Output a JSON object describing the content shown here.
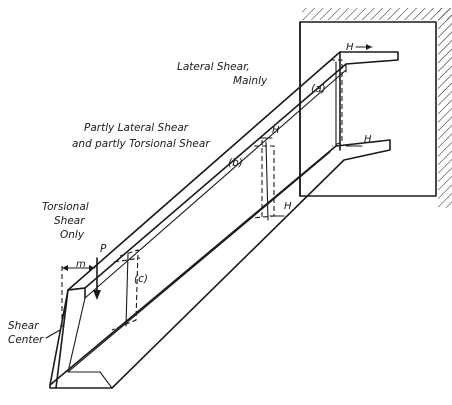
{
  "labels": {
    "lateral_shear_line1": "Lateral Shear,",
    "lateral_shear_line2": "Mainly",
    "section_a": "(a)",
    "partly_line1": "Partly Lateral Shear",
    "partly_line2": "and partly Torsional Shear",
    "section_b": "(b)",
    "torsional_line1": "Torsional",
    "torsional_line2": "Shear",
    "torsional_line3": "Only",
    "load_p": "P",
    "dim_m": "m",
    "section_c": "(c)",
    "shear_center_line1": "Shear",
    "shear_center_line2": "Center",
    "h_top": "H",
    "h_mid": "H",
    "h_right": "H",
    "h_lower": "H"
  }
}
